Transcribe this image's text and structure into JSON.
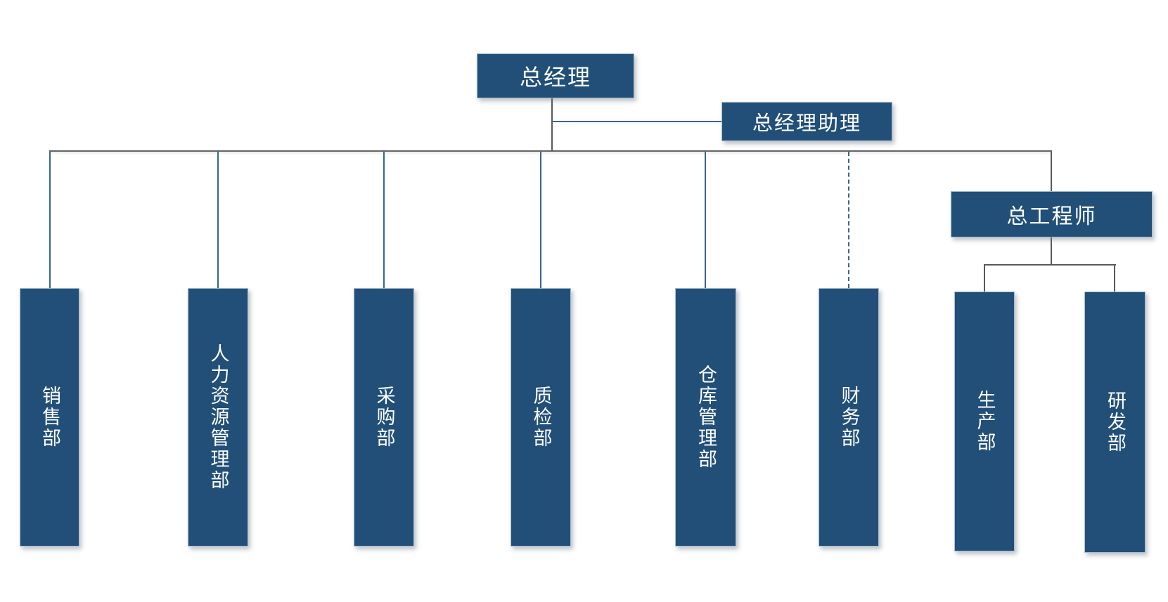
{
  "org": {
    "general_manager": {
      "label": "总经理"
    },
    "assistant": {
      "label": "总经理助理",
      "connector": "solid"
    },
    "departments": [
      {
        "label": "销售部",
        "connector": "solid"
      },
      {
        "label": "人力资源管理部",
        "connector": "solid"
      },
      {
        "label": "采购部",
        "connector": "solid"
      },
      {
        "label": "质检部",
        "connector": "solid"
      },
      {
        "label": "仓库管理部",
        "connector": "solid"
      },
      {
        "label": "财务部",
        "connector": "dashed"
      }
    ],
    "chief_engineer": {
      "label": "总工程师"
    },
    "chief_children": [
      {
        "label": "生产部"
      },
      {
        "label": "研发部"
      }
    ]
  },
  "colors": {
    "box_fill": "#214F77",
    "box_border": "#A9BFD3",
    "box_text": "#FFFFFF",
    "line_gray": "#57595D",
    "line_blue": "#3A638F",
    "background": "#FFFFFF"
  }
}
